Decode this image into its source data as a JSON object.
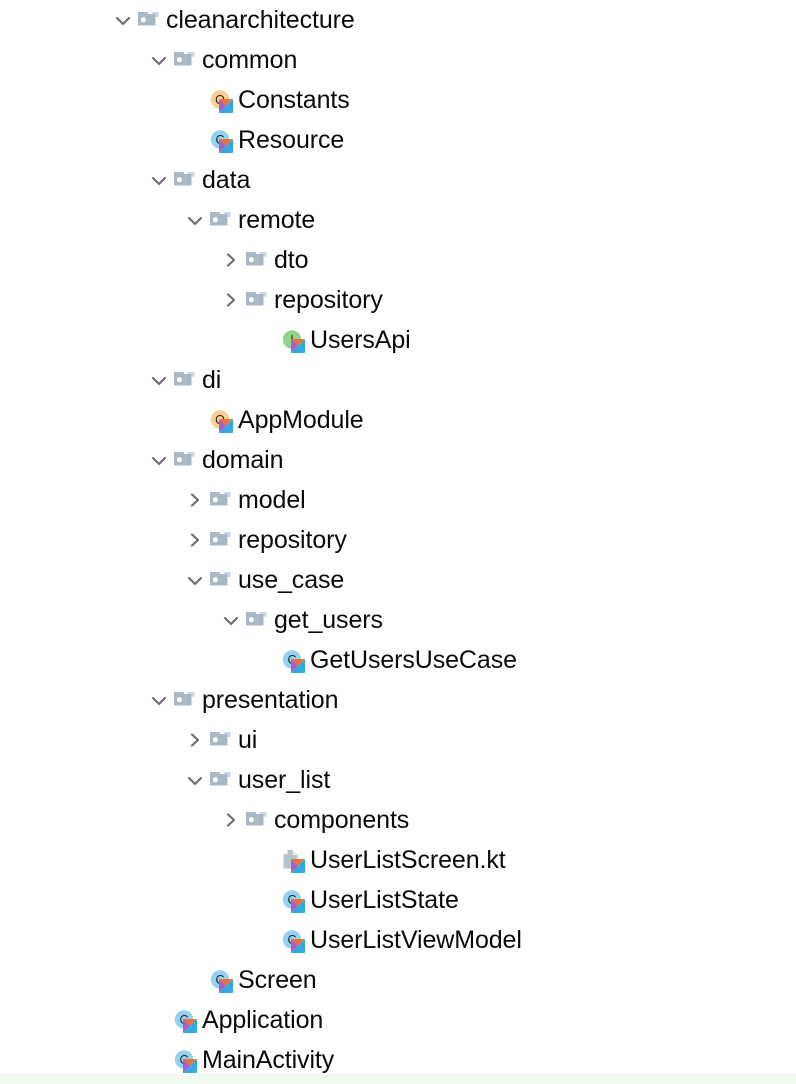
{
  "view": {
    "name": "project-file-tree",
    "root_label": "cleanarchitecture",
    "background_color": "#ffffff",
    "text_color": "#0b0b0b",
    "footer_strip_color": "#f1faef"
  },
  "icon_colors": {
    "folder": "#a9b7c6",
    "kotlin_class": "#93d2f0",
    "kotlin_object": "#f7cf8f",
    "kotlin_interface": "#94d28a",
    "kotlin_file": "#b6c2cc",
    "chevron": "#6e6e6e",
    "kotlin_badge_orange": "#e8733f",
    "kotlin_badge_blue": "#2fa9e0",
    "kotlin_badge_purple": "#a95fc8"
  },
  "rows": [
    {
      "label": "cleanarchitecture",
      "depth": 0,
      "icon": "folder-icon",
      "twisty": "chevron-down-icon"
    },
    {
      "label": "common",
      "depth": 1,
      "icon": "folder-icon",
      "twisty": "chevron-down-icon"
    },
    {
      "label": "Constants",
      "depth": 2,
      "icon": "kotlin-object-icon",
      "twisty": "none"
    },
    {
      "label": "Resource",
      "depth": 2,
      "icon": "kotlin-class-icon",
      "twisty": "none"
    },
    {
      "label": "data",
      "depth": 1,
      "icon": "folder-icon",
      "twisty": "chevron-down-icon"
    },
    {
      "label": "remote",
      "depth": 2,
      "icon": "folder-icon",
      "twisty": "chevron-down-icon"
    },
    {
      "label": "dto",
      "depth": 3,
      "icon": "folder-icon",
      "twisty": "chevron-right-icon"
    },
    {
      "label": "repository",
      "depth": 3,
      "icon": "folder-icon",
      "twisty": "chevron-right-icon"
    },
    {
      "label": "UsersApi",
      "depth": 4,
      "icon": "kotlin-interface-icon",
      "twisty": "none"
    },
    {
      "label": "di",
      "depth": 1,
      "icon": "folder-icon",
      "twisty": "chevron-down-icon"
    },
    {
      "label": "AppModule",
      "depth": 2,
      "icon": "kotlin-object-icon",
      "twisty": "none"
    },
    {
      "label": "domain",
      "depth": 1,
      "icon": "folder-icon",
      "twisty": "chevron-down-icon"
    },
    {
      "label": "model",
      "depth": 2,
      "icon": "folder-icon",
      "twisty": "chevron-right-icon"
    },
    {
      "label": "repository",
      "depth": 2,
      "icon": "folder-icon",
      "twisty": "chevron-right-icon"
    },
    {
      "label": "use_case",
      "depth": 2,
      "icon": "folder-icon",
      "twisty": "chevron-down-icon"
    },
    {
      "label": "get_users",
      "depth": 3,
      "icon": "folder-icon",
      "twisty": "chevron-down-icon"
    },
    {
      "label": "GetUsersUseCase",
      "depth": 4,
      "icon": "kotlin-class-icon",
      "twisty": "none"
    },
    {
      "label": "presentation",
      "depth": 1,
      "icon": "folder-icon",
      "twisty": "chevron-down-icon"
    },
    {
      "label": "ui",
      "depth": 2,
      "icon": "folder-icon",
      "twisty": "chevron-right-icon"
    },
    {
      "label": "user_list",
      "depth": 2,
      "icon": "folder-icon",
      "twisty": "chevron-down-icon"
    },
    {
      "label": "components",
      "depth": 3,
      "icon": "folder-icon",
      "twisty": "chevron-right-icon"
    },
    {
      "label": "UserListScreen.kt",
      "depth": 4,
      "icon": "kotlin-file-icon",
      "twisty": "none"
    },
    {
      "label": "UserListState",
      "depth": 4,
      "icon": "kotlin-class-icon",
      "twisty": "none"
    },
    {
      "label": "UserListViewModel",
      "depth": 4,
      "icon": "kotlin-class-icon",
      "twisty": "none"
    },
    {
      "label": "Screen",
      "depth": 2,
      "icon": "kotlin-class-icon",
      "twisty": "none"
    },
    {
      "label": "Application",
      "depth": 1,
      "icon": "kotlin-class-icon",
      "twisty": "none"
    },
    {
      "label": "MainActivity",
      "depth": 1,
      "icon": "kotlin-class-icon",
      "twisty": "none"
    }
  ]
}
